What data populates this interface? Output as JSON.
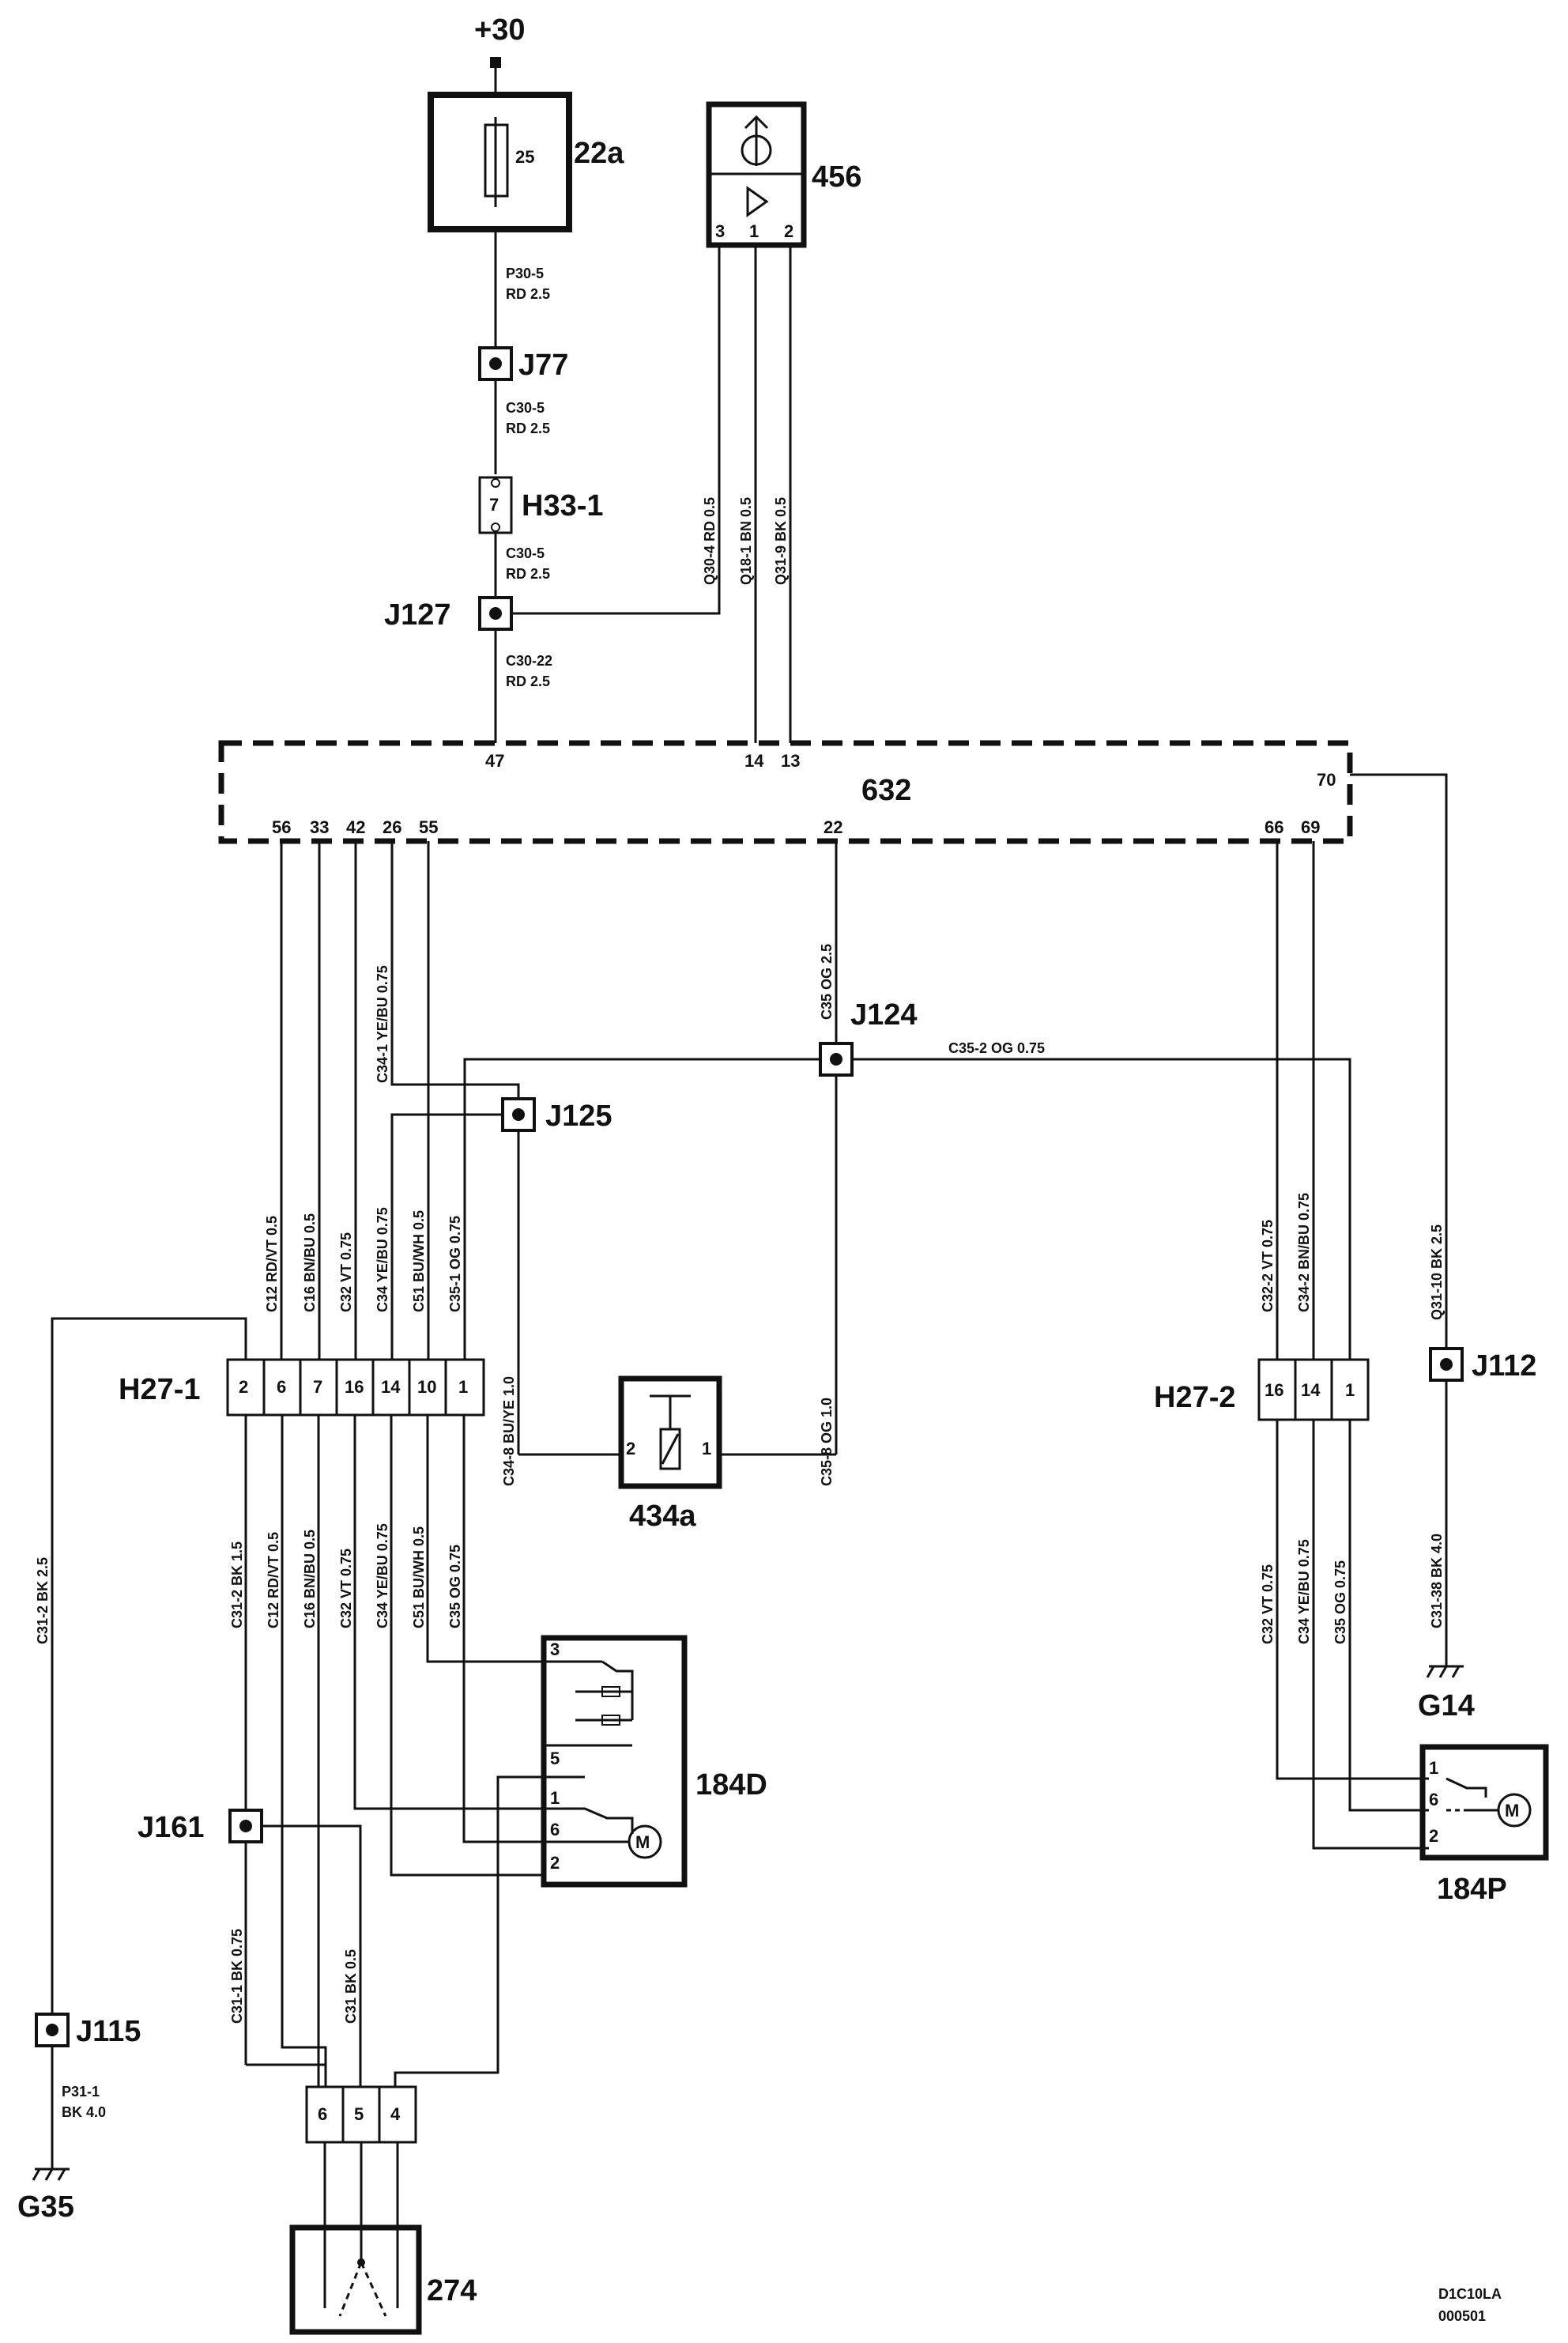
{
  "supply": "+30",
  "components": {
    "fuse": {
      "id": "22a",
      "rating": "25"
    },
    "c456": {
      "id": "456",
      "pins": [
        "3",
        "1",
        "2"
      ]
    },
    "c632": {
      "id": "632",
      "pins_top": [
        "47",
        "14",
        "13",
        "70"
      ],
      "pins_bottom": [
        "56",
        "33",
        "42",
        "26",
        "55",
        "22",
        "66",
        "69"
      ]
    },
    "c434a": {
      "id": "434a",
      "pins": [
        "2",
        "1"
      ]
    },
    "c184D": {
      "id": "184D",
      "pins": [
        "3",
        "5",
        "1",
        "6",
        "2"
      ],
      "motor": "M"
    },
    "c184P": {
      "id": "184P",
      "pins": [
        "1",
        "6",
        "2"
      ],
      "motor": "M"
    },
    "c274": {
      "id": "274"
    },
    "h33": {
      "id": "H33-1",
      "pin": "7"
    },
    "h27_1": {
      "id": "H27-1",
      "pins": [
        "2",
        "6",
        "7",
        "16",
        "14",
        "10",
        "1"
      ]
    },
    "h27_2": {
      "id": "H27-2",
      "pins": [
        "16",
        "14",
        "1"
      ]
    },
    "c274pins": [
      "6",
      "5",
      "4"
    ]
  },
  "junctions": [
    "J77",
    "J127",
    "J124",
    "J125",
    "J112",
    "J161",
    "J115"
  ],
  "grounds": [
    "G14",
    "G35"
  ],
  "wires": {
    "p30_5": [
      "P30-5",
      "RD  2.5"
    ],
    "c30_5a": [
      "C30-5",
      "RD  2.5"
    ],
    "c30_5b": [
      "C30-5",
      "RD  2.5"
    ],
    "c30_22": [
      "C30-22",
      "RD   2.5"
    ],
    "q30_4": "Q30-4   RD   0.5",
    "q18_1": "Q18-1   BN   0.5",
    "q31_9": "Q31-9   BK   0.5",
    "c35": "C35   OG   2.5",
    "c35_2": "C35-2    OG    0.75",
    "c34_1": "C34-1   YE/BU   0.75",
    "c34_8": "C34-8   BU/YE   1.0",
    "c35_8": "C35-8   OG   1.0",
    "h27_1_top": [
      "C12  RD/VT  0.5",
      "C16  BN/BU  0.5",
      "C32  VT  0.75",
      "C34  YE/BU  0.75",
      "C51  BU/WH  0.5",
      "C35-1  OG  0.75"
    ],
    "h27_1_bottom": [
      "C31-2  BK  1.5",
      "C12  RD/VT  0.5",
      "C16  BN/BU  0.5",
      "C32  VT  0.75",
      "C34  YE/BU  0.75",
      "C51  BU/WH  0.5",
      "C35  OG  0.75"
    ],
    "c31_2": "C31-2   BK   2.5",
    "h27_2_top": [
      "C32-2  VT  0.75",
      "C34-2  BN/BU  0.75"
    ],
    "h27_2_bottom": [
      "C32  VT  0.75",
      "C34  YE/BU  0.75",
      "C35  OG  0.75"
    ],
    "q31_10": "Q31-10   BK   2.5",
    "c31_38": "C31-38   BK   4.0",
    "c31_1": "C31-1   BK   0.75",
    "c31": "C31   BK   0.5",
    "p31_1": [
      "P31-1",
      "BK  4.0"
    ]
  },
  "footer": [
    "D1C10LA",
    "000501"
  ]
}
